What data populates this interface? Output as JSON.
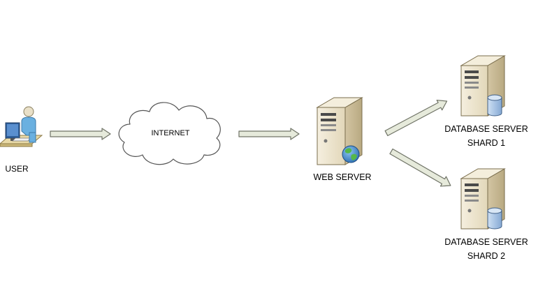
{
  "diagram": {
    "nodes": {
      "user": {
        "label": "USER",
        "icon": "user-workstation-icon"
      },
      "internet": {
        "label": "INTERNET",
        "icon": "cloud-icon"
      },
      "web_server": {
        "label": "WEB SERVER",
        "icon": "web-server-icon"
      },
      "db_shard_1": {
        "label_line1": "DATABASE SERVER",
        "label_line2": "SHARD 1",
        "icon": "database-server-icon"
      },
      "db_shard_2": {
        "label_line1": "DATABASE SERVER",
        "label_line2": "SHARD 2",
        "icon": "database-server-icon"
      }
    },
    "connections": [
      {
        "from": "USER",
        "to": "INTERNET"
      },
      {
        "from": "INTERNET",
        "to": "WEB SERVER"
      },
      {
        "from": "WEB SERVER",
        "to": "DATABASE SERVER SHARD 1"
      },
      {
        "from": "WEB SERVER",
        "to": "DATABASE SERVER SHARD 2"
      }
    ],
    "colors": {
      "arrow_fill": "#e6eadb",
      "arrow_stroke": "#6f7366",
      "server_body": "#ece4cf",
      "server_side": "#cdbf9d",
      "cloud_fill": "#ffffff",
      "cloud_stroke": "#555555",
      "database": "#b9d0ea",
      "globe": "#3f88c7",
      "globe_land": "#55b848"
    }
  }
}
